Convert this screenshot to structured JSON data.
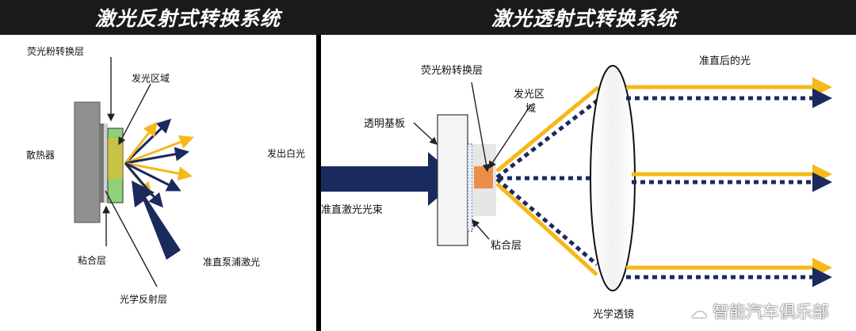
{
  "header": {
    "left_title": "激光反射式转换系统",
    "right_title": "激光透射式转换系统"
  },
  "left": {
    "labels": {
      "phosphor_layer": "荧光粉转换层",
      "emitting_area": "发光区域",
      "heat_sink": "散热器",
      "white_light": "发出白光",
      "bonding_layer": "粘合层",
      "pump_laser": "准直泵浦激光",
      "reflective_layer": "光学反射层"
    }
  },
  "right": {
    "labels": {
      "phosphor_layer": "荧光粉转换层",
      "emitting_area_line1": "发光区",
      "emitting_area_line2": "域",
      "substrate": "透明基板",
      "laser_beam": "准直激光光束",
      "bonding_layer": "粘合层",
      "lens": "光学透镜",
      "collimated_light": "准直后的光"
    }
  },
  "watermark": "智能汽车俱乐部",
  "colors": {
    "navy": "#1b2a5e",
    "yellow": "#f6b81a",
    "heat_sink": "#8f8f8f",
    "phosphor": "#8fd07a",
    "substrate": "#f4f4f4"
  }
}
